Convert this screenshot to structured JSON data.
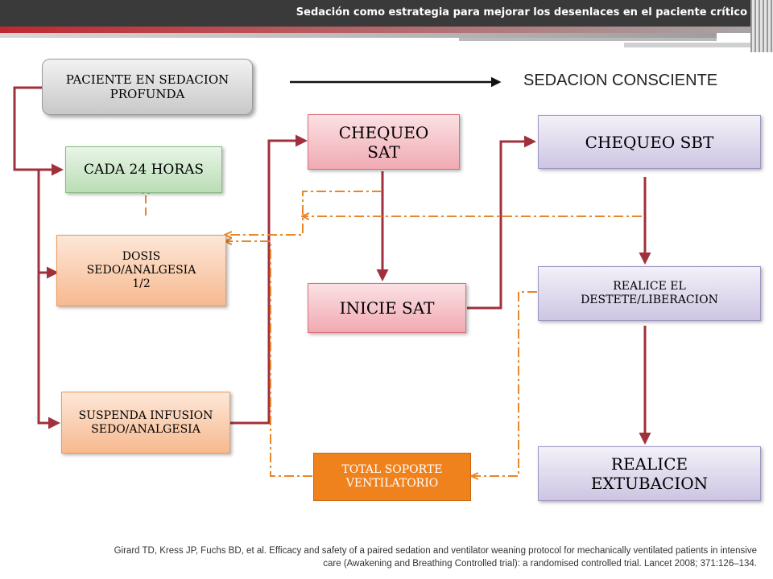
{
  "header": {
    "title": "Sedación como estrategia para mejorar los desenlaces en el paciente crítico"
  },
  "legend": {
    "label": "SEDACION CONSCIENTE"
  },
  "nodes": {
    "paciente": "PACIENTE EN SEDACION PROFUNDA",
    "cada24": "CADA 24 HORAS",
    "dosis": "DOSIS SEDO/ANALGESIA 1/2",
    "suspenda": "SUSPENDA INFUSION SEDO/ANALGESIA",
    "chequeo_sat": "CHEQUEO SAT",
    "inicie_sat": "INICIE SAT",
    "total_soporte": "TOTAL SOPORTE VENTILATORIO",
    "chequeo_sbt": "CHEQUEO SBT",
    "realice_destete": "REALICE EL DESTETE/LIBERACION",
    "realice_extubacion": "REALICE EXTUBACION"
  },
  "citation": "Girard TD, Kress JP, Fuchs BD, et al. Efficacy and safety of a paired sedation and ventilator weaning protocol for mechanically ventilated patients in intensive care (Awakening and Breathing Controlled trial): a randomised controlled trial. Lancet 2008; 371:126–134.",
  "colors": {
    "solid_arrow": "#a0303c",
    "dashed_arrow": "#e8862a",
    "header_bg": "#3a3a3a",
    "accent_bar": "#c0282f"
  }
}
